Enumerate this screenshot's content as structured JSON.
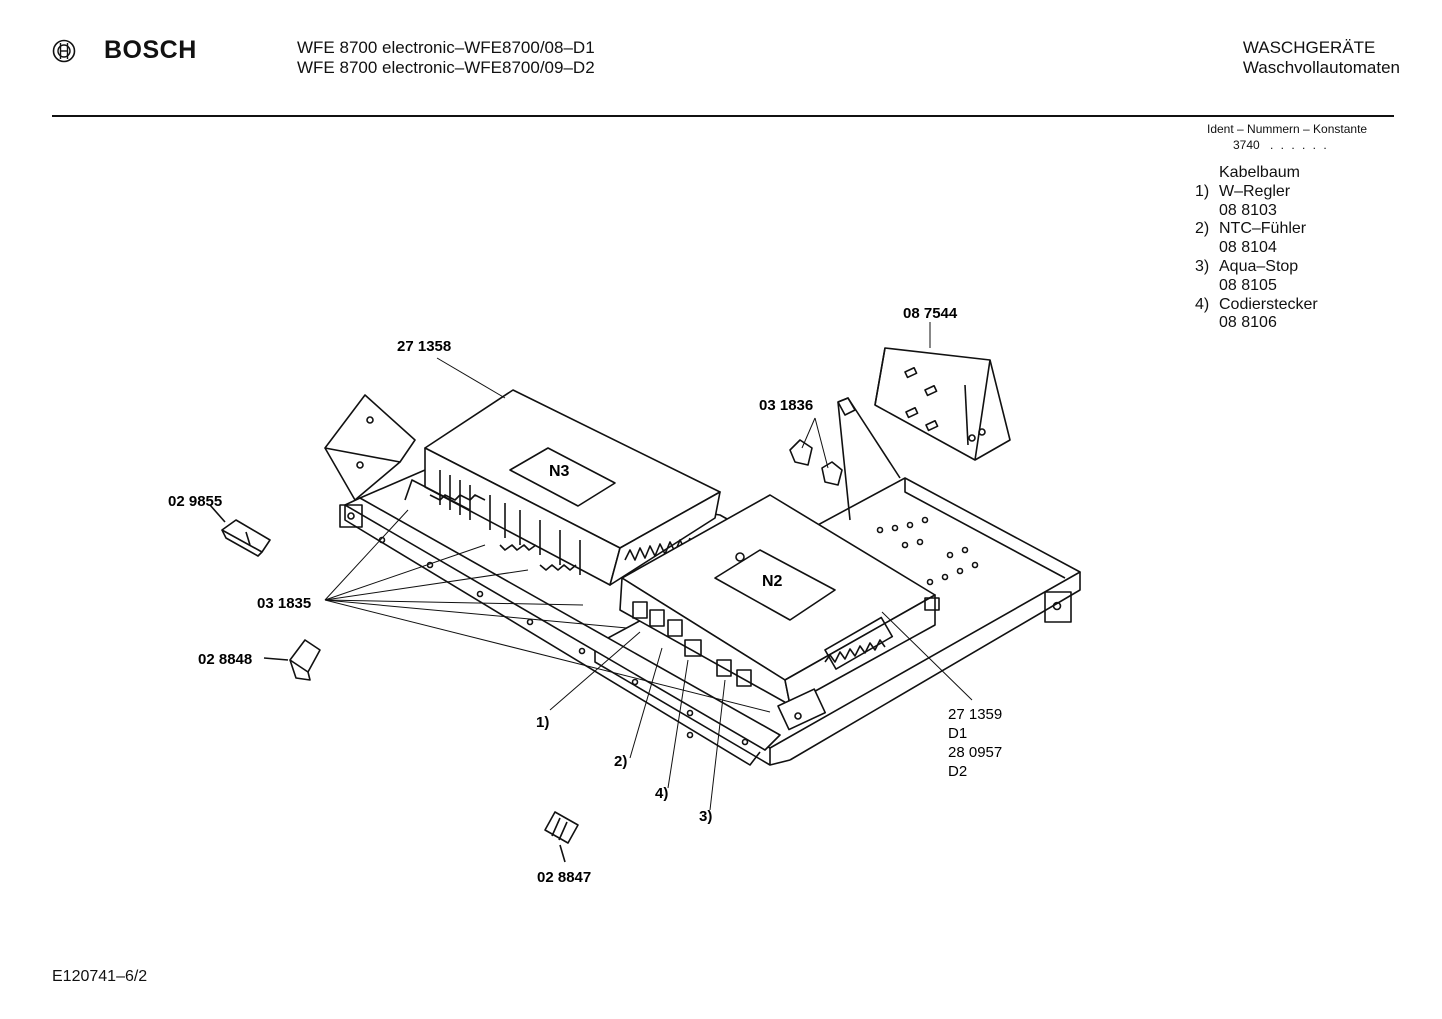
{
  "header": {
    "brand": "BOSCH",
    "title_lines": [
      "WFE 8700 electronic–WFE8700/08–D1",
      "WFE 8700 electronic–WFE8700/09–D2"
    ],
    "category_lines": [
      "WASCHGERÄTE",
      "Waschvollautomaten"
    ]
  },
  "ident": {
    "label": "Ident – Nummern – Konstante",
    "value": "3740",
    "dots": ". . . . . ."
  },
  "legend": {
    "heading": "Kabelbaum",
    "items": [
      {
        "num": "1)",
        "name": "W–Regler",
        "part": "08 8103"
      },
      {
        "num": "2)",
        "name": "NTC–Fühler",
        "part": "08 8104"
      },
      {
        "num": "3)",
        "name": "Aqua–Stop",
        "part": "08 8105"
      },
      {
        "num": "4)",
        "name": "Codierstecker",
        "part": "08 8106"
      }
    ]
  },
  "diagram": {
    "parts": {
      "p271358": "27 1358",
      "p087544": "08 7544",
      "p031836": "03 1836",
      "p029855": "02 9855",
      "p031835": "03 1835",
      "p028848": "02 8848",
      "p028847": "02 8847",
      "n3": "N3",
      "n2": "N2"
    },
    "callouts": [
      "1)",
      "2)",
      "4)",
      "3)"
    ],
    "n2_parts": [
      "27 1359",
      "D1",
      "28 0957",
      "D2"
    ]
  },
  "footer": {
    "code": "E120741–6/2"
  }
}
